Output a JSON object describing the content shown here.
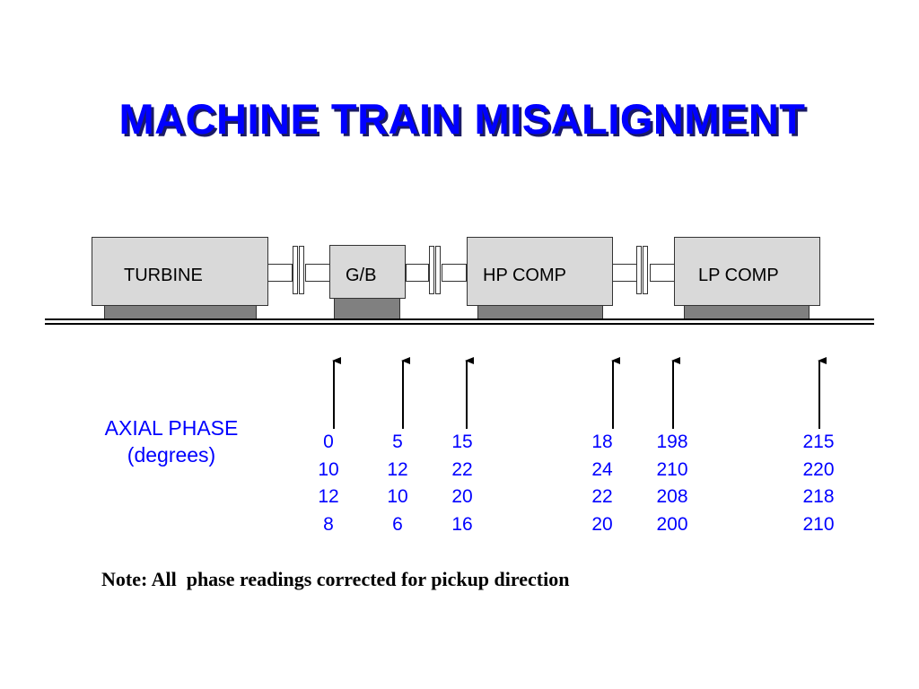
{
  "title": "MACHINE TRAIN MISALIGNMENT",
  "machines": {
    "turbine": "TURBINE",
    "gearbox": "G/B",
    "hp_comp": "HP COMP",
    "lp_comp": "LP COMP"
  },
  "axial_phase": {
    "label_line1": "AXIAL PHASE",
    "label_line2": "(degrees)",
    "columns": [
      [
        "0",
        "10",
        "12",
        "8"
      ],
      [
        "5",
        "12",
        "10",
        "6"
      ],
      [
        "15",
        "22",
        "20",
        "16"
      ],
      [
        "18",
        "24",
        "22",
        "20"
      ],
      [
        "198",
        "210",
        "208",
        "200"
      ],
      [
        "215",
        "220",
        "218",
        "210"
      ]
    ]
  },
  "note": "Note: All  phase readings corrected for pickup direction",
  "colors": {
    "title": "#0000ff",
    "title_shadow": "#1a1a66",
    "values": "#0000ff",
    "machine_fill": "#d9d9d9",
    "base_fill": "#808080"
  }
}
